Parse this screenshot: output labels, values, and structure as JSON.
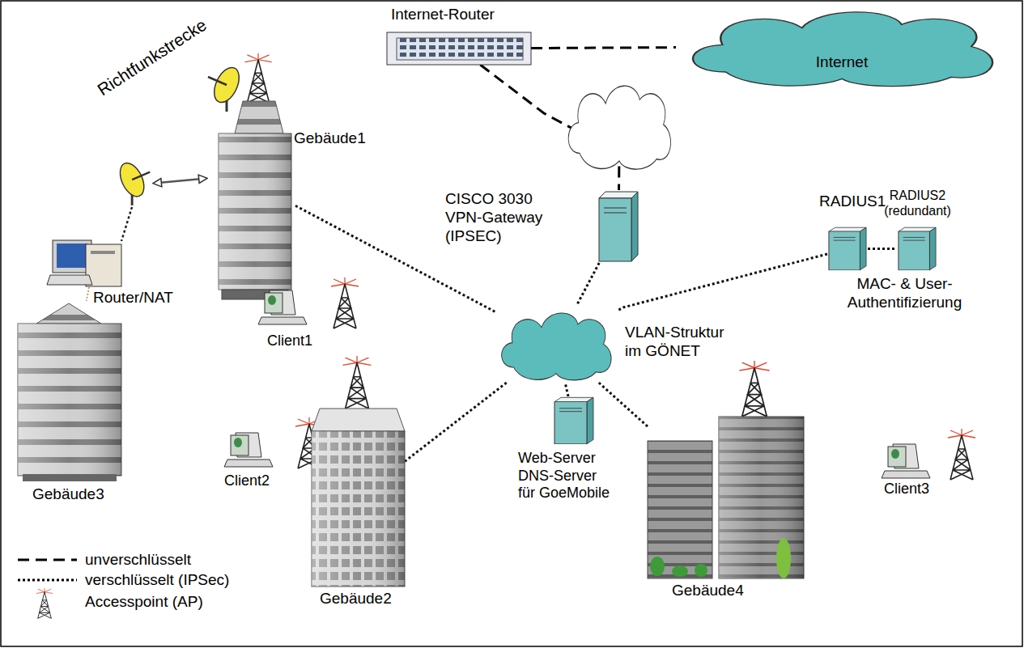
{
  "diagram": {
    "nodes": [
      {
        "text": [
          "Internet-Router"
        ]
      },
      {
        "text": [
          "Internet"
        ]
      },
      {
        "text": [
          "Gebäude1"
        ]
      },
      {
        "text": [
          "CISCO 3030 VPN-Gateway (IPSEC)"
        ]
      },
      {
        "text": [
          "RADIUS1"
        ]
      },
      {
        "text": [
          "RADIUS2 (redundant)"
        ]
      },
      {
        "text": [
          "Router/NAT"
        ]
      },
      {
        "text": [
          "VLAN-Struktur im GÖNET"
        ]
      },
      {
        "text": [
          "Gebäude3"
        ]
      },
      {
        "text": [
          "Gebäude2"
        ]
      },
      {
        "text": [
          "Web-Server DNS-Server für GoeMobile"
        ]
      },
      {
        "text": [
          "Gebäude4"
        ]
      },
      {
        "text": [
          "Client1"
        ]
      },
      {
        "text": [
          "Client2"
        ]
      },
      {
        "text": [
          "Client3"
        ]
      }
    ],
    "edges": [
      {
        "from": 0,
        "to": 1,
        "arrow": "none"
      },
      {
        "from": 0,
        "to": 3,
        "arrow": "none"
      },
      {
        "from": 2,
        "to": 7,
        "arrow": "none"
      },
      {
        "from": 3,
        "to": 7,
        "arrow": "none"
      },
      {
        "from": 4,
        "to": 7,
        "arrow": "none"
      },
      {
        "from": 4,
        "to": 5,
        "arrow": "none"
      },
      {
        "from": 6,
        "to": 2,
        "arrow": "both"
      },
      {
        "from": 6,
        "to": 8,
        "arrow": "none"
      },
      {
        "from": 9,
        "to": 7,
        "arrow": "none"
      },
      {
        "from": 10,
        "to": 7,
        "arrow": "none"
      },
      {
        "from": 11,
        "to": 7,
        "arrow": "none"
      }
    ],
    "labels": [
      "Richtfunkstrecke",
      "MAC- & User-Authentifizierung"
    ],
    "legend": [
      {
        "text": "unverschlüsselt"
      },
      {
        "text": "verschlüsselt (IPSec)"
      },
      {
        "text": "Accesspoint (AP)"
      }
    ]
  }
}
